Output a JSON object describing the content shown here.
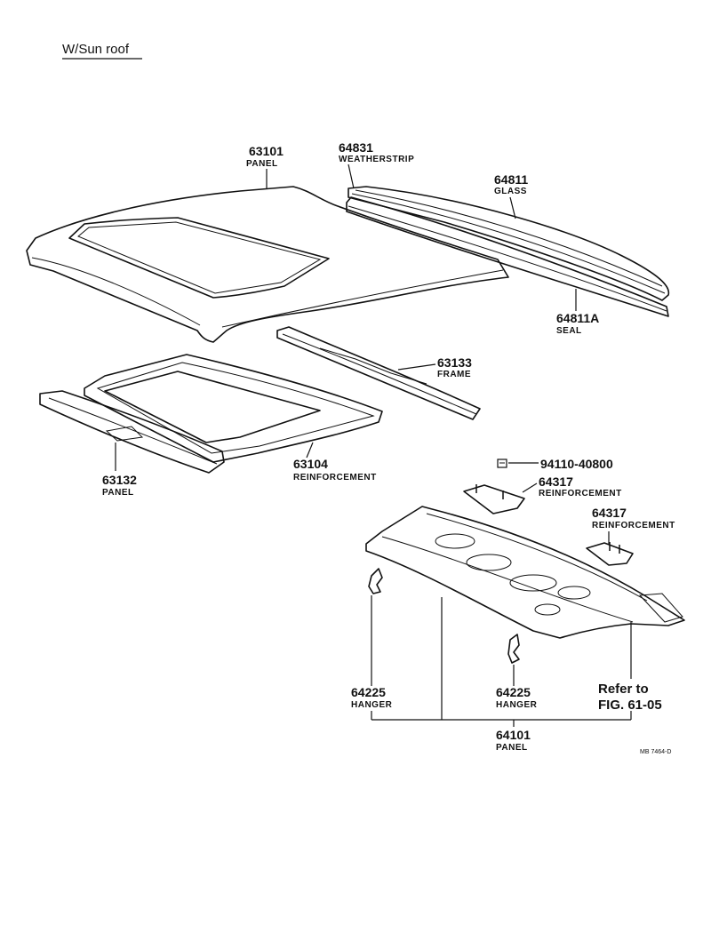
{
  "title": "W/Sun roof",
  "parts": {
    "roof_panel": {
      "number": "63101",
      "name": "PANEL"
    },
    "weatherstrip": {
      "number": "64831",
      "name": "WEATHERSTRIP"
    },
    "glass": {
      "number": "64811",
      "name": "GLASS"
    },
    "seal": {
      "number": "64811A",
      "name": "SEAL"
    },
    "frame": {
      "number": "63133",
      "name": "FRAME"
    },
    "front_panel": {
      "number": "63132",
      "name": "PANEL"
    },
    "reinforcement_frame": {
      "number": "63104",
      "name": "REINFORCEMENT"
    },
    "bolt": {
      "number": "94110-40800"
    },
    "reinforcement_left": {
      "number": "64317",
      "name": "REINFORCEMENT"
    },
    "reinforcement_right": {
      "number": "64317",
      "name": "REINFORCEMENT"
    },
    "hanger_left": {
      "number": "64225",
      "name": "HANGER"
    },
    "hanger_right": {
      "number": "64225",
      "name": "HANGER"
    },
    "rear_panel": {
      "number": "64101",
      "name": "PANEL"
    }
  },
  "reference": {
    "line1": "Refer to",
    "line2": "FIG. 61-05"
  },
  "drawing_code": "MB 7464-D"
}
